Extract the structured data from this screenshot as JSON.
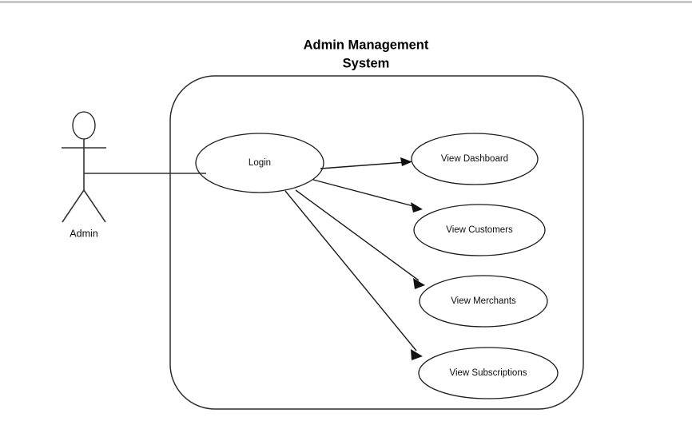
{
  "diagram": {
    "kind": "uml-use-case-diagram",
    "title_line1": "Admin Management",
    "title_line2": "System",
    "background_color": "#ffffff",
    "stroke_color": "#1a1a1a",
    "text_color": "#0d0d0d"
  },
  "top_rule": {
    "color": "#c8c8c8"
  },
  "actor": {
    "label": "Admin",
    "type": "stick-figure"
  },
  "system_boundary": {
    "label": "",
    "shape": "rounded-rectangle"
  },
  "use_cases": [
    {
      "id": "login",
      "label": "Login"
    },
    {
      "id": "view-dashboard",
      "label": "View Dashboard"
    },
    {
      "id": "view-customers",
      "label": "View Customers"
    },
    {
      "id": "view-merchants",
      "label": "View Merchants"
    },
    {
      "id": "view-subscriptions",
      "label": "View Subscriptions"
    }
  ],
  "associations": [
    {
      "from": "Admin",
      "to": "Login",
      "type": "association",
      "arrow": false
    },
    {
      "from": "Login",
      "to": "View Dashboard",
      "type": "include",
      "arrow": true
    },
    {
      "from": "Login",
      "to": "View Customers",
      "type": "include",
      "arrow": true
    },
    {
      "from": "Login",
      "to": "View Merchants",
      "type": "include",
      "arrow": true
    },
    {
      "from": "Login",
      "to": "View Subscriptions",
      "type": "include",
      "arrow": true
    }
  ]
}
